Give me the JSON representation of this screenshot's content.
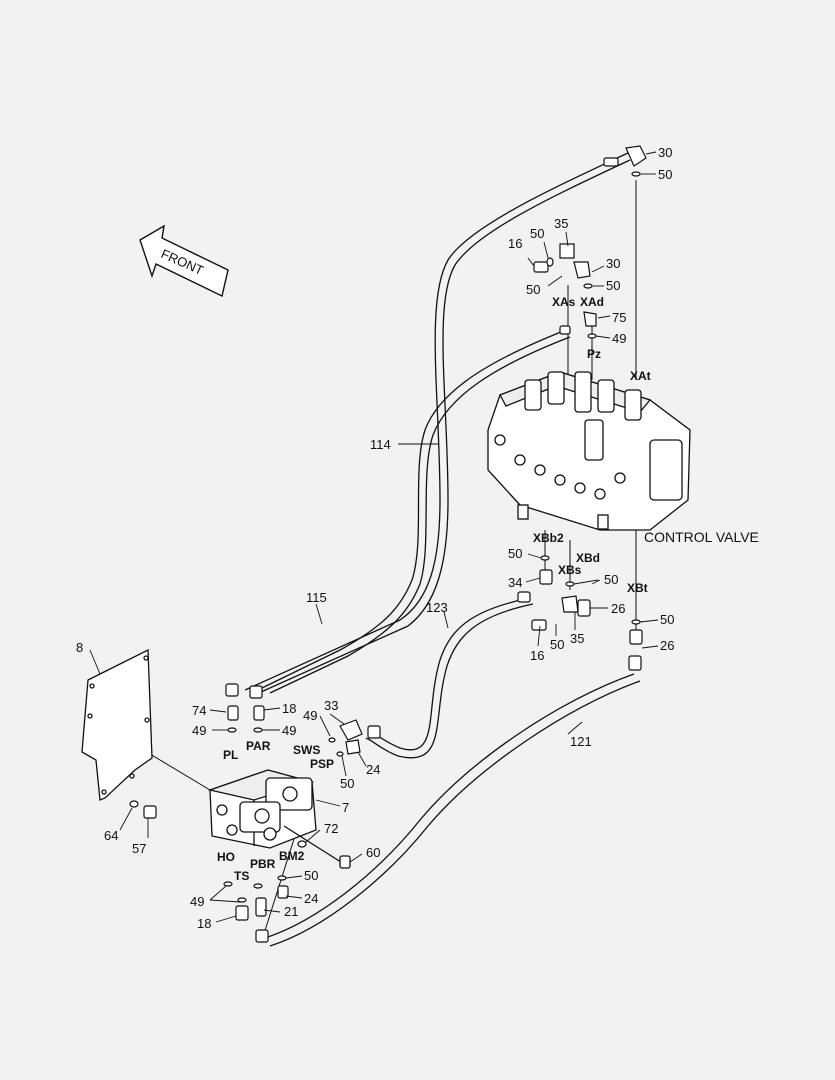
{
  "front_label": "FRONT",
  "control_valve_label": "CONTROL VALVE",
  "ports": [
    "XAs",
    "XAd",
    "Pz",
    "XAt",
    "XBb2",
    "XBd",
    "XBs",
    "XBt",
    "PL",
    "PAR",
    "SWS",
    "PSP",
    "HO",
    "TS",
    "PBR",
    "BM2"
  ],
  "callouts": [
    "30",
    "50",
    "35",
    "16",
    "50",
    "50",
    "30",
    "50",
    "75",
    "49",
    "114",
    "50",
    "34",
    "50",
    "26",
    "16",
    "50",
    "35",
    "50",
    "26",
    "115",
    "123",
    "121",
    "8",
    "74",
    "49",
    "18",
    "49",
    "33",
    "49",
    "24",
    "50",
    "7",
    "64",
    "57",
    "72",
    "60",
    "50",
    "24",
    "49",
    "21",
    "18"
  ]
}
